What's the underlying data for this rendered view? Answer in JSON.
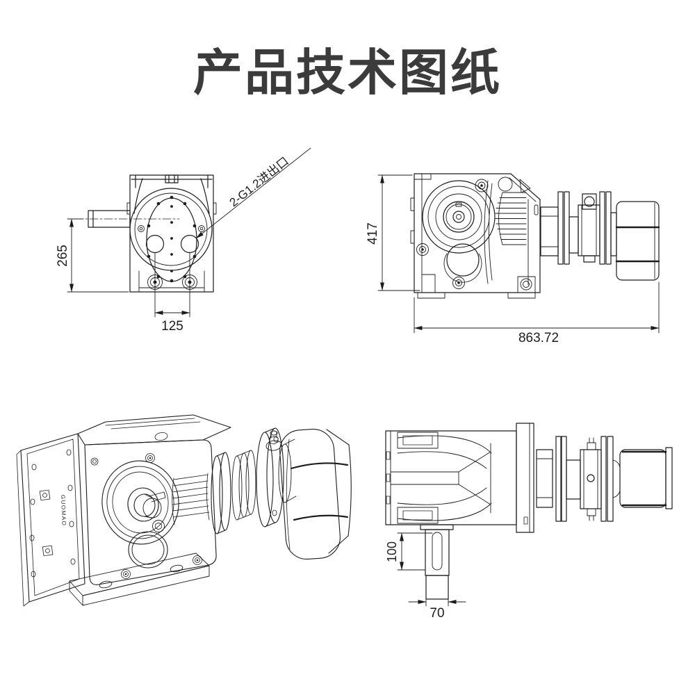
{
  "page": {
    "title": "产品技术图纸",
    "title_color": "#3b3b3b",
    "line_color": "#1c1c1c",
    "background": "#ffffff"
  },
  "front_view": {
    "dim_height": "265",
    "dim_port_spacing": "125",
    "port_annotation": "2-G1.2进出口"
  },
  "side_view": {
    "dim_height": "417",
    "dim_total_length": "863.72"
  },
  "top_view": {
    "dim_keyway_length": "100",
    "dim_shaft_width": "70"
  },
  "iso_view": {
    "casting_mark": "GUOMAO"
  }
}
